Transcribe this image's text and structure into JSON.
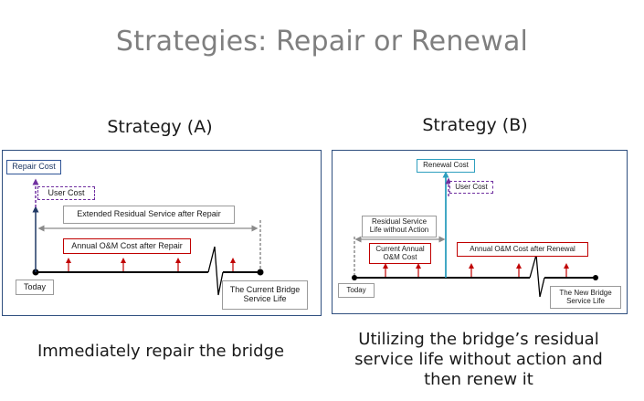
{
  "title": "Strategies: Repair or Renewal",
  "strategy_a": {
    "heading": "Strategy (A)",
    "caption": "Immediately repair the bridge",
    "labels": {
      "repair_cost": "Repair Cost",
      "user_cost": "User Cost",
      "extended_service": "Extended Residual Service after Repair",
      "annual_om": "Annual O&M Cost after Repair",
      "today": "Today",
      "service_life_line1": "The Current Bridge",
      "service_life_line2": "Service Life"
    }
  },
  "strategy_b": {
    "heading": "Strategy (B)",
    "caption_lines": [
      "Utilizing the bridge’s residual",
      "service life without action and",
      "then renew it"
    ],
    "labels": {
      "renewal_cost": "Renewal Cost",
      "user_cost": "User Cost",
      "residual_line1": "Residual Service",
      "residual_line2": "Life without Action",
      "current_annual_line1": "Current Annual",
      "current_annual_line2": "O&M Cost",
      "annual_om_renewal": "Annual O&M Cost after Renewal",
      "today": "Today",
      "new_life_line1": "The New Bridge",
      "new_life_line2": "Service Life"
    }
  },
  "colors": {
    "title": "#7f7f7f",
    "panel_border": "#2f4f7f",
    "blue_box": "#2f5496",
    "red_box": "#c00000",
    "purple_dashed": "#7030a0",
    "teal": "#2e9fbf"
  }
}
